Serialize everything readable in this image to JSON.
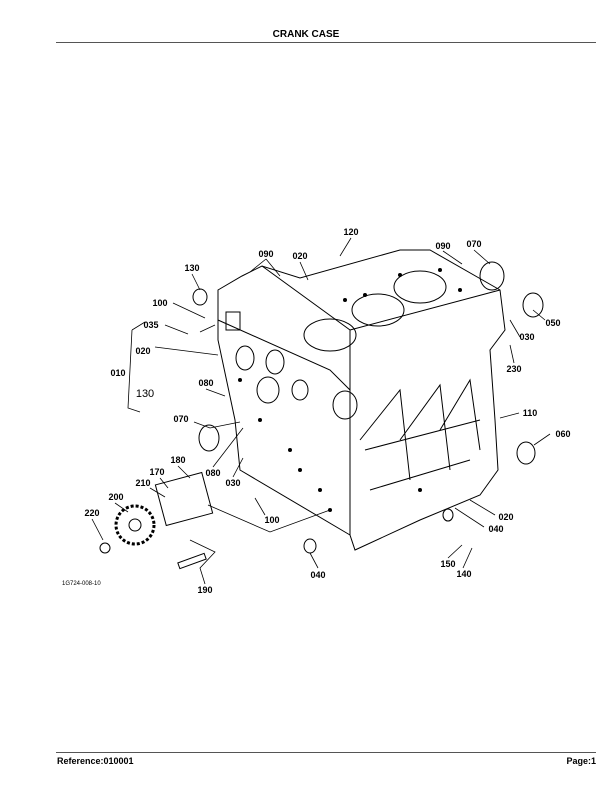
{
  "header": {
    "title": "CRANK CASE"
  },
  "diagram": {
    "code": "1G724-008-10",
    "labels": [
      "120",
      "090",
      "020",
      "090",
      "070",
      "130",
      "100",
      "035",
      "020",
      "010",
      "130",
      "080",
      "050",
      "030",
      "230",
      "110",
      "070",
      "060",
      "180",
      "170",
      "210",
      "080",
      "030",
      "200",
      "220",
      "100",
      "020",
      "040",
      "040",
      "150",
      "140",
      "190"
    ]
  },
  "footer": {
    "reference": "Reference:010001",
    "page": "Page:1"
  }
}
